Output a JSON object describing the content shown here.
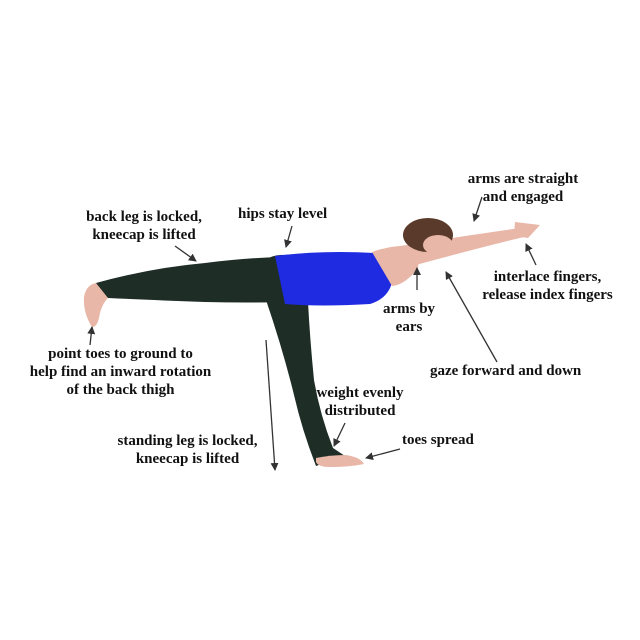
{
  "annotations": {
    "back_leg": [
      "back leg is locked,",
      "kneecap is lifted"
    ],
    "hips": [
      "hips stay level"
    ],
    "arms_straight": [
      "arms are straight",
      "and engaged"
    ],
    "interlace": [
      "interlace fingers,",
      "release index fingers"
    ],
    "arms_by_ears": [
      "arms by",
      "ears"
    ],
    "gaze": [
      "gaze forward and down"
    ],
    "point_toes": [
      "point toes to ground to",
      "help find an inward rotation",
      "of the back thigh"
    ],
    "weight": [
      "weight evenly",
      "distributed"
    ],
    "standing_leg": [
      "standing leg is locked,",
      "kneecap is lifted"
    ],
    "toes_spread": [
      "toes spread"
    ]
  },
  "colors": {
    "top": "#1f2be0",
    "leggings": "#1f2d27",
    "skin": "#e8b7a8",
    "hair": "#5a3a2a",
    "arrow": "#333333"
  }
}
